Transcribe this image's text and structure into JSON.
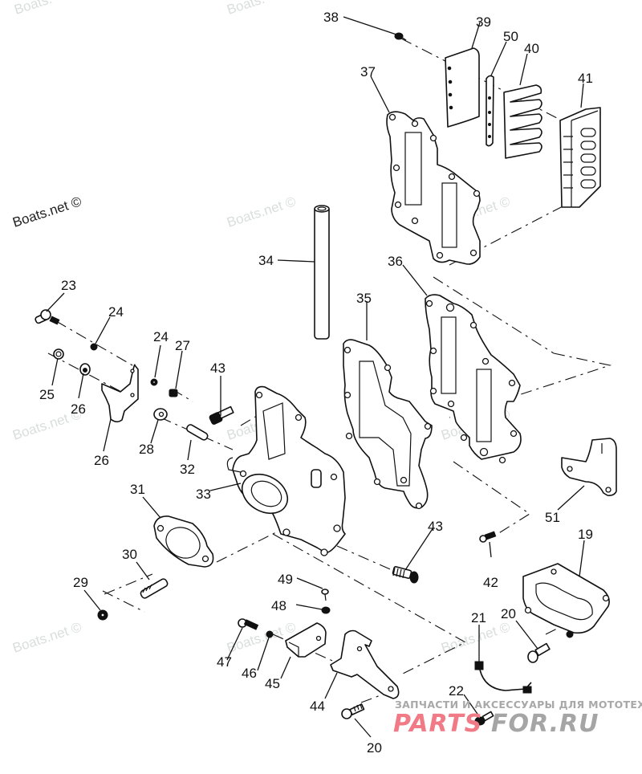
{
  "diagram": {
    "type": "exploded-parts-diagram",
    "subject": "Outboard intake manifold / reed valve assembly",
    "callouts": [
      {
        "id": "c38",
        "number": "38"
      },
      {
        "id": "c39",
        "number": "39"
      },
      {
        "id": "c50",
        "number": "50"
      },
      {
        "id": "c40",
        "number": "40"
      },
      {
        "id": "c41",
        "number": "41"
      },
      {
        "id": "c37",
        "number": "37"
      },
      {
        "id": "c34",
        "number": "34"
      },
      {
        "id": "c36",
        "number": "36"
      },
      {
        "id": "c35",
        "number": "35"
      },
      {
        "id": "c23",
        "number": "23"
      },
      {
        "id": "c24a",
        "number": "24"
      },
      {
        "id": "c24b",
        "number": "24"
      },
      {
        "id": "c27",
        "number": "27"
      },
      {
        "id": "c43a",
        "number": "43"
      },
      {
        "id": "c25",
        "number": "25"
      },
      {
        "id": "c26a",
        "number": "26"
      },
      {
        "id": "c26b",
        "number": "26"
      },
      {
        "id": "c28",
        "number": "28"
      },
      {
        "id": "c32",
        "number": "32"
      },
      {
        "id": "c33",
        "number": "33"
      },
      {
        "id": "c31",
        "number": "31"
      },
      {
        "id": "c30",
        "number": "30"
      },
      {
        "id": "c29",
        "number": "29"
      },
      {
        "id": "c51",
        "number": "51"
      },
      {
        "id": "c43b",
        "number": "43"
      },
      {
        "id": "c42",
        "number": "42"
      },
      {
        "id": "c19",
        "number": "19"
      },
      {
        "id": "c49",
        "number": "49"
      },
      {
        "id": "c48",
        "number": "48"
      },
      {
        "id": "c47",
        "number": "47"
      },
      {
        "id": "c46",
        "number": "46"
      },
      {
        "id": "c45",
        "number": "45"
      },
      {
        "id": "c44",
        "number": "44"
      },
      {
        "id": "c20a",
        "number": "20"
      },
      {
        "id": "c21",
        "number": "21"
      },
      {
        "id": "c22",
        "number": "22"
      },
      {
        "id": "c20b",
        "number": "20"
      }
    ]
  },
  "watermarks": {
    "boats": "Boats.net ©",
    "boats_partial": "Boats.",
    "parts_tagline": "ЗАПЧАСТИ И АКСЕССУАРЫ ДЛЯ МОТОТЕХНИКИ",
    "parts_brand_a": "PARTS",
    "parts_brand_b": "FOR.RU"
  }
}
